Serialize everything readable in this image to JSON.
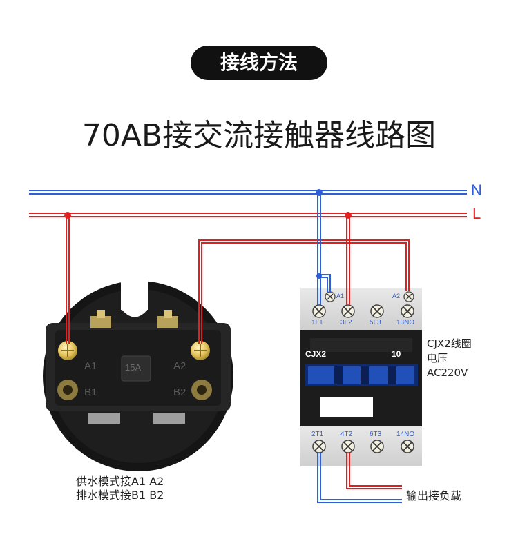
{
  "header": {
    "badge": "接线方法",
    "title": "70AB接交流接触器线路图"
  },
  "lines": {
    "neutral_label": "N",
    "live_label": "L",
    "neutral_color": "#2f5fd8",
    "live_color": "#e02020"
  },
  "switch": {
    "terminal_a1": "A1",
    "terminal_a2": "A2",
    "terminal_b1": "B1",
    "terminal_b2": "B2",
    "rating": "15A"
  },
  "contactor": {
    "model": "CJX2",
    "contact_spec": "10",
    "coil_a1": "A1",
    "coil_a2": "A2",
    "top_terminals": [
      "1L1",
      "3L2",
      "5L3",
      "13NO"
    ],
    "bottom_terminals": [
      "2T1",
      "4T2",
      "6T3",
      "14NO"
    ],
    "coil_voltage_line1": "CJX2线圈",
    "coil_voltage_line2": "电压",
    "coil_voltage_line3": "AC220V"
  },
  "notes": {
    "supply_mode": "供水模式接A1 A2",
    "drain_mode": "排水模式接B1 B2",
    "output": "输出接负载"
  }
}
